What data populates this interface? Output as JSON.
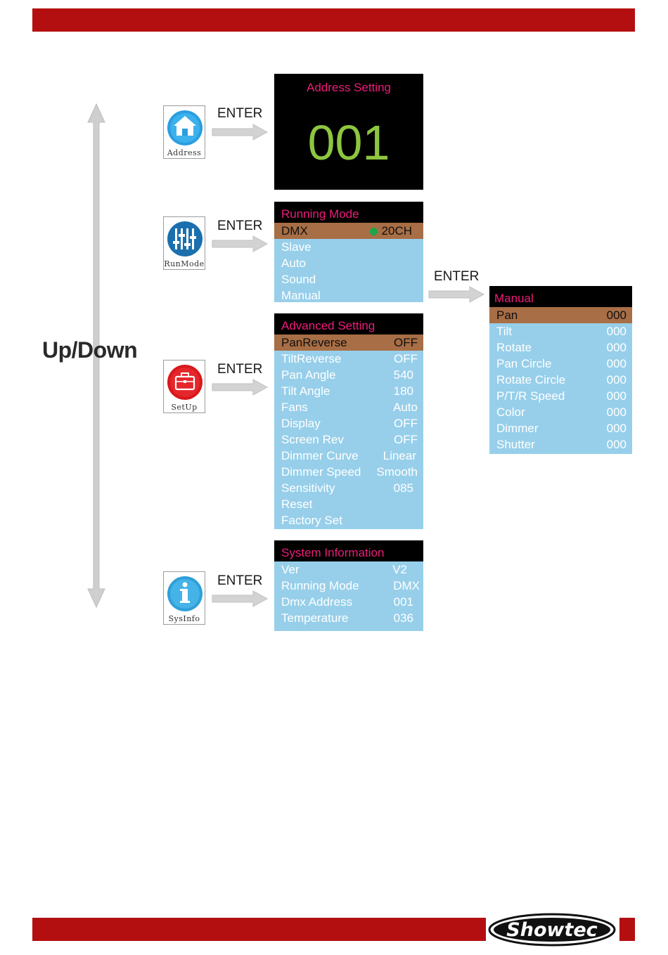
{
  "navigation": {
    "up_down_label": "Up/Down",
    "enter_label": "ENTER"
  },
  "icons": {
    "address": {
      "label": "Address"
    },
    "runmode": {
      "label": "RunMode"
    },
    "setup": {
      "label": "SetUp"
    },
    "sysinfo": {
      "label": "SysInfo"
    }
  },
  "address_setting": {
    "title": "Address Setting",
    "value": "001"
  },
  "running_mode": {
    "title": "Running Mode",
    "items": [
      {
        "label": "DMX",
        "value": "20CH"
      },
      {
        "label": "Slave",
        "value": ""
      },
      {
        "label": "Auto",
        "value": ""
      },
      {
        "label": "Sound",
        "value": ""
      },
      {
        "label": "Manual",
        "value": ""
      }
    ]
  },
  "advanced_setting": {
    "title": "Advanced Setting",
    "items": [
      {
        "label": "PanReverse",
        "value": "OFF"
      },
      {
        "label": "TiltReverse",
        "value": "OFF"
      },
      {
        "label": "Pan Angle",
        "value": "540"
      },
      {
        "label": "Tilt Angle",
        "value": "180"
      },
      {
        "label": "Fans",
        "value": "Auto"
      },
      {
        "label": "Display",
        "value": "OFF"
      },
      {
        "label": "Screen Rev",
        "value": "OFF"
      },
      {
        "label": "Dimmer Curve",
        "value": "Linear"
      },
      {
        "label": "Dimmer Speed",
        "value": "Smooth"
      },
      {
        "label": "Sensitivity",
        "value": "085"
      },
      {
        "label": "Reset",
        "value": ""
      },
      {
        "label": "Factory Set",
        "value": ""
      }
    ]
  },
  "manual": {
    "title": "Manual",
    "items": [
      {
        "label": "Pan",
        "value": "000"
      },
      {
        "label": "Tilt",
        "value": "000"
      },
      {
        "label": "Rotate",
        "value": "000"
      },
      {
        "label": "Pan Circle",
        "value": "000"
      },
      {
        "label": "Rotate Circle",
        "value": "000"
      },
      {
        "label": "P/T/R Speed",
        "value": "000"
      },
      {
        "label": "Color",
        "value": "000"
      },
      {
        "label": "Dimmer",
        "value": "000"
      },
      {
        "label": "Shutter",
        "value": "000"
      }
    ]
  },
  "system_information": {
    "title": "System Information",
    "items": [
      {
        "label": "Ver",
        "value": "V2"
      },
      {
        "label": "Running Mode",
        "value": "DMX"
      },
      {
        "label": "Dmx Address",
        "value": "001"
      },
      {
        "label": "Temperature",
        "value": "036"
      }
    ]
  },
  "brand": {
    "logo_text": "Showtec"
  },
  "colors": {
    "brand_red": "#b30f10",
    "menu_background": "#97cfea",
    "selected_row": "#a86e45",
    "title_text": "#ee1c7a",
    "address_digits": "#8dc63f",
    "status_dot": "#1aa64a"
  }
}
